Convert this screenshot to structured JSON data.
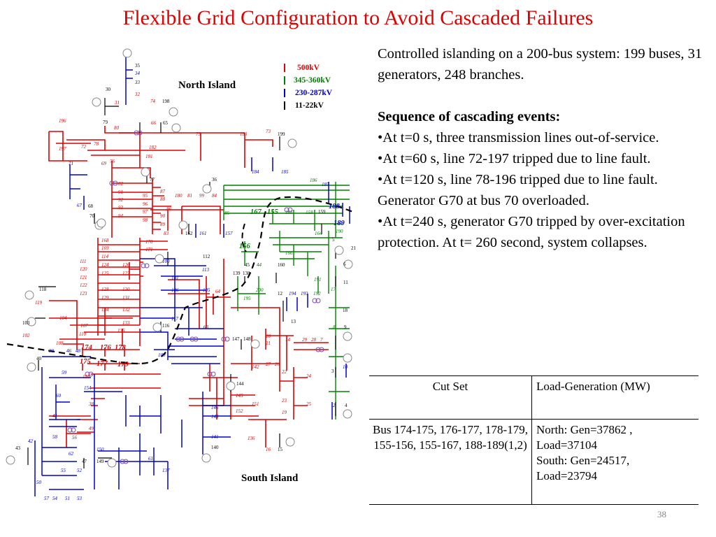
{
  "title": "Flexible Grid Configuration to Avoid Cascaded Failures",
  "diagram": {
    "north_label": "North Island",
    "south_label": "South Island",
    "legend": [
      {
        "label": "500kV",
        "color": "#e00000"
      },
      {
        "label": "345-360kV",
        "color": "#008000"
      },
      {
        "label": "230-287kV",
        "color": "#0000d0"
      },
      {
        "label": "11-22kV",
        "color": "#000000"
      }
    ],
    "colors": {
      "kv500": "#e00000",
      "kv345": "#008000",
      "kv230": "#0000d0",
      "kv11": "#000000",
      "boundary": "#000000"
    },
    "bus_labels": {
      "red": [
        "196",
        "197",
        "72",
        "78",
        "66",
        "75",
        "183",
        "73",
        "182",
        "181",
        "76",
        "69",
        "82",
        "91",
        "92",
        "93",
        "94",
        "95",
        "96",
        "97",
        "98",
        "87",
        "88",
        "86",
        "90",
        "89",
        "83",
        "180",
        "81",
        "99",
        "84",
        "168",
        "169",
        "114",
        "124",
        "111",
        "120",
        "125",
        "121",
        "122",
        "123",
        "126",
        "127",
        "128",
        "130",
        "129",
        "131",
        "134",
        "132",
        "133",
        "135",
        "107",
        "110",
        "104",
        "108",
        "174",
        "176",
        "178",
        "175",
        "177",
        "179",
        "38",
        "49",
        "56",
        "64",
        "20",
        "21",
        "14",
        "29",
        "28",
        "7",
        "22",
        "24",
        "23",
        "25",
        "142",
        "145",
        "151",
        "152",
        "136",
        "16",
        "19",
        "32",
        "31",
        "74",
        "80",
        "170",
        "171",
        "119",
        "102",
        "153",
        "27",
        "26"
      ],
      "blue": [
        "34",
        "33",
        "71",
        "67",
        "184",
        "185",
        "187",
        "188",
        "189",
        "161",
        "157",
        "100",
        "113",
        "101",
        "106",
        "105",
        "117",
        "63",
        "39",
        "46",
        "48",
        "109",
        "59",
        "60",
        "154",
        "41",
        "58",
        "62",
        "150",
        "42",
        "55",
        "52",
        "50",
        "57",
        "54",
        "51",
        "53",
        "137",
        "61",
        "146",
        "143",
        "141",
        "194",
        "193",
        "2",
        "10"
      ],
      "green": [
        "85",
        "167",
        "155",
        "165",
        "158",
        "164",
        "190",
        "166",
        "156",
        "186",
        "44",
        "191",
        "195",
        "200",
        "192",
        "17",
        "8"
      ],
      "black": [
        "35",
        "30",
        "198",
        "79",
        "65",
        "199",
        "77",
        "36",
        "68",
        "70",
        "162",
        "159",
        "5",
        "21",
        "6",
        "11",
        "160",
        "45",
        "138",
        "139",
        "112",
        "116",
        "118",
        "103",
        "40",
        "147",
        "148",
        "12",
        "13",
        "18",
        "9",
        "3",
        "4",
        "144",
        "140",
        "43",
        "47",
        "149",
        "15"
      ]
    }
  },
  "info": {
    "intro": "Controlled islanding on a 200-bus system: 199 buses, 31 generators, 248 branches.",
    "heading": "Sequence of cascading events:",
    "events": [
      "•At t=0 s, three transmission lines out-of-service.",
      "•At t=60 s, line 72-197 tripped due to line fault.",
      "•At t=120 s, line 78-196 tripped due to line fault. Generator G70 at bus 70 overloaded.",
      "•At t=240 s, generator G70 tripped by over-excitation protection. At t= 260 second, system collapses."
    ]
  },
  "table": {
    "headers": [
      "Cut Set",
      "Load-Generation (MW)"
    ],
    "cut_set": "Bus 174-175, 176-177, 178-179, 155-156, 155-167, 188-189(1,2)",
    "north": "North: Gen=37862 ,",
    "north_load": "Load=37104",
    "south": "South: Gen=24517,",
    "south_load": "Load=23794"
  },
  "slide_number": "38"
}
